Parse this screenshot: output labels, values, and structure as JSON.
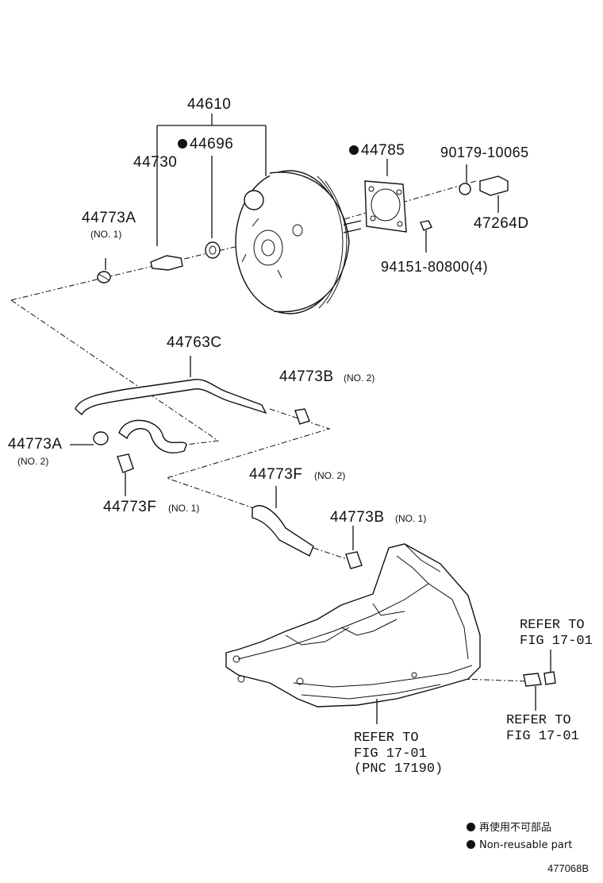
{
  "labels": {
    "p44610": "44610",
    "p44696": "44696",
    "p44730": "44730",
    "p44785": "44785",
    "p90179": "90179-10065",
    "p47264": "47264D",
    "p94151": "94151-80800(4)",
    "p44773a1": "44773A",
    "p44773a1_sub": "(NO. 1)",
    "p44763c": "44763C",
    "p44773b2": "44773B",
    "p44773b2_sub": "(NO. 2)",
    "p44773a2": "44773A",
    "p44773a2_sub": "(NO. 2)",
    "p44773f1": "44773F",
    "p44773f1_sub": "(NO. 1)",
    "p44773f2": "44773F",
    "p44773f2_sub": "(NO. 2)",
    "p44773b1": "44773B",
    "p44773b1_sub": "(NO. 1)"
  },
  "refers": {
    "top_right": {
      "line1": "REFER TO",
      "line2": "FIG 17-01"
    },
    "bottom_right": {
      "line1": "REFER TO",
      "line2": "FIG 17-01"
    },
    "manifold": {
      "line1": "REFER TO",
      "line2": "FIG 17-01",
      "line3": "(PNC 17190)"
    }
  },
  "legend": {
    "jp": "再使用不可部品",
    "en": "Non-reusable part"
  },
  "figure_code": "477068B",
  "icons": {
    "non_reusable_marker": "filled-circle-icon"
  }
}
